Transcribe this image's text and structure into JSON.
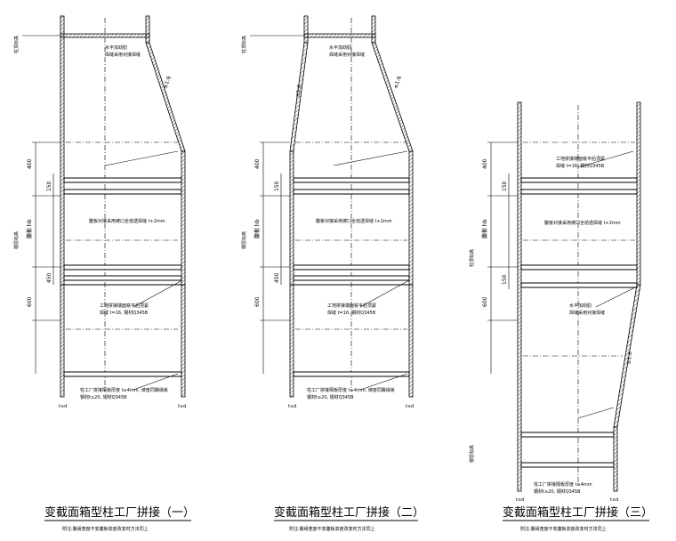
{
  "views": [
    {
      "title": "变截面箱型柱工厂拼接（一）",
      "subtitle": "附注:翼缘宽度不变腹板高度改变时方法同上",
      "dims": {
        "top": "400",
        "mid": "腹板 hb",
        "bottom": "600",
        "gap1": "150",
        "gap2": "450",
        "slope": "≤1:6",
        "base": "t≥d"
      },
      "notes": [
        "水平加劲肋",
        "焊缝采用对接焊缝",
        "腹板对接采用坡口全熔透焊缝 t+2mm",
        "工地拼接端面铣平后顶紧",
        "焊缝 t=16, 钢材Q345B",
        "柱工厂拼接隔板厚度 t≥4mm, 坡度同翼缘板",
        "钢材t≥20, 钢材Q345B"
      ]
    },
    {
      "title": "变截面箱型柱工厂拼接（二）",
      "subtitle": "附注:翼缘宽度不变腹板高度改变时方法同上",
      "dims": {
        "top": "400",
        "mid": "腹板 hb",
        "bottom": "600",
        "gap1": "150",
        "gap2": "450",
        "slope": "≤1:6",
        "base": "t≥d"
      },
      "notes": [
        "水平加劲肋",
        "焊缝采用对接焊缝",
        "腹板对接采用坡口全熔透焊缝 t+2mm",
        "工地拼接端面铣平后顶紧",
        "焊缝 t=16, 钢材Q345B",
        "柱工厂拼接隔板厚度 t≥4mm, 坡度同翼缘板",
        "钢材t≥20, 钢材Q345B"
      ]
    },
    {
      "title": "变截面箱型柱工厂拼接（三）",
      "subtitle": "附注:翼缘宽度不变腹板高度改变时方法同上",
      "dims": {
        "top": "400",
        "mid": "腹板 hb",
        "bottom": "600",
        "gap1": "150",
        "gap2": "150",
        "slope": "≤1:6",
        "base": "t≥d"
      },
      "notes": [
        "工地拼接端面铣平后顶紧",
        "焊缝 t=16, 钢材Q345B",
        "腹板对接采用坡口全熔透焊缝 t+2mm",
        "水平加劲肋",
        "焊缝采用对接焊缝",
        "柱工厂拼接隔板厚度 t≥4mm",
        "钢材t≥20, 钢材Q345B"
      ]
    }
  ],
  "labels": {
    "elev_left": "柱顶标高",
    "elev_mid": "楼层标高"
  }
}
